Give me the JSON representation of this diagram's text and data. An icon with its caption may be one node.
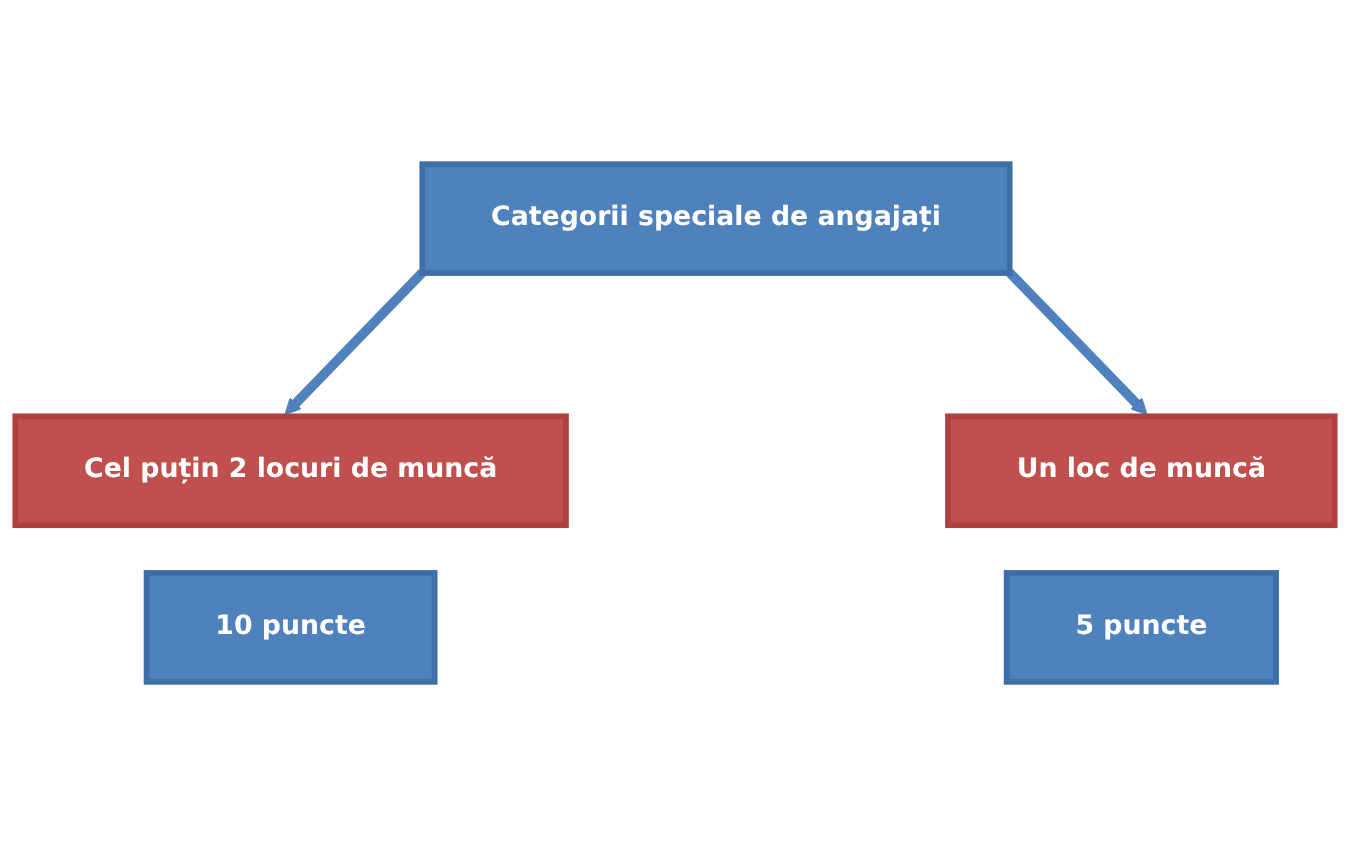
{
  "diagram": {
    "nodes": [
      {
        "text": [
          "Categorii speciale de angajați"
        ]
      },
      {
        "text": [
          "Cel puțin 2 locuri de muncă"
        ]
      },
      {
        "text": [
          "Un loc de muncă"
        ]
      },
      {
        "text": [
          "10 puncte"
        ]
      },
      {
        "text": [
          "5 puncte"
        ]
      }
    ],
    "edges": [
      {
        "from": 0,
        "to": 1,
        "arrow": "to",
        "color": "#4f81bd"
      },
      {
        "from": 0,
        "to": 2,
        "arrow": "to",
        "color": "#4f81bd"
      }
    ]
  }
}
